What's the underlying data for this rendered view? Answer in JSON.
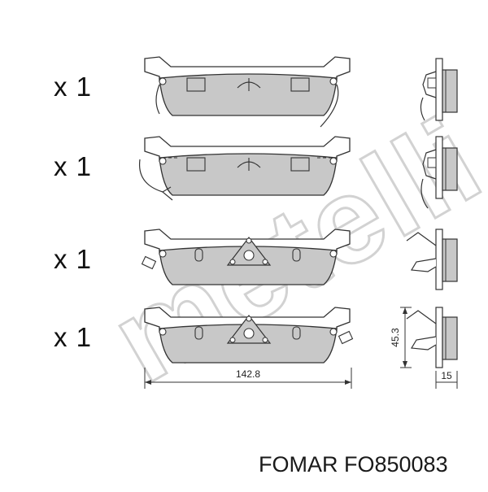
{
  "quantities": [
    "x 1",
    "x 1",
    "x 1",
    "x 1"
  ],
  "dimensions": {
    "width": "142.8",
    "height": "45.3",
    "thickness": "15"
  },
  "watermark": "metelli",
  "caption": "FOMAR FO850083",
  "colors": {
    "pad_fill": "#c8c8c8",
    "plate_fill": "#ffffff",
    "stroke": "#333333",
    "watermark": "#d2d2d2"
  }
}
